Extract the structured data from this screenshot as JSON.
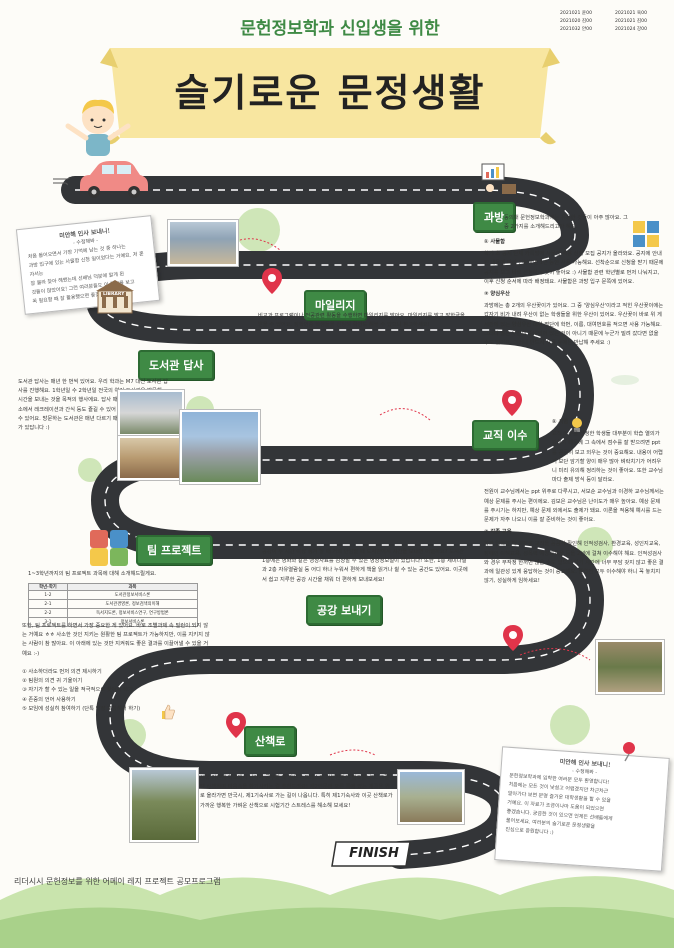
{
  "header": {
    "subtitle": "문헌정보학과 신입생을 위한",
    "title": "슬기로운 문정생활",
    "credits": [
      "2021021 윤00",
      "2021020 김00",
      "2021032 안00",
      "2021021 육00",
      "2021021 김00",
      "2021024 강00"
    ]
  },
  "sections": {
    "gwabang": {
      "label": "과방",
      "intro": "동의대 문헌정보학과에는 유용한 것들이 아주 많아요. 그 중 2가지를 소개해드리고자 해요.",
      "h1": "① 사물함",
      "p1": "학기 초 공지 단체 카톡방에 사물함 사용 신청 모집 공지가 올라와요. 공지에 안내된 내용에 따라 신청하면 1년 동안 사용 가능해요. 선착순으로 신청을 받기 때문에 공지를 보고 바로 신청하는 것이 좋아요 :) 사물함 관련 학년별로 먼저 나눠지고, 이후 신청 순서에 따라 배정돼요. 사물함은 과방 입구 문쪽에 있어요.",
      "h2": "② 양심우산",
      "p2": "과방에는 총 2개의 우산꽂이가 있어요. 그 중 '양심우산'이라고 적힌 우산꽂이에는 갑자기 비가 내려 우산이 없는 학생들을 위한 우산이 있어요. 우산꽂이 바로 위 게시판에 있는 양심우산 대여 명단에 학번, 이름, 대여번호를 적으면 사용 가능해요. 그러나 많은 우산이 준비되어 있는 것이 아니기 때문에 누군가 빌려 갔다면 없을 수도 있어요. 그러니 반드시 사용 후에는 반납해 주세요 :)"
    },
    "mileage": {
      "label": "마일리지",
      "text": "비교과 프로그램이나 전공관련 활동을 수행하면 마일리지를 받아요. 마일리지를 받고 장학금을 받을 수 있어요. 장학인증 학생들을 신청해 확인도 해볼 수 있으니 참고하세요!"
    },
    "library": {
      "label": "도서관 답사",
      "text": "도서관 답사는 매년 한 번씩 있어요. 우리 학과는 M7 대신 도서관 답사를 진행해요. 1학년일 수 2학년일 전국의 여러 도서관을 방문해 시간을 보내는 것을 목적의 행사에요. 답사 때는 견학뿐만 아니라 숙소에서 레크레이션과 간식 등도 즐길 수 있어 학우들 간 친목을 쌓을 수 있어요. 방문하는 도서관은 매년 다르기 때문에 매년 새다른 재미가 있답니다 :)"
    },
    "courses": {
      "label": "교직 이수",
      "h1": "① 시험",
      "p1": "교직 이수를 신청한 학생들 대부분이 학습 열의가 강하기 때문에 그 속에서 점수를 잘 받으려면 ppt를 꼼꼼히 보고 외우는 것이 중요해요. 내용이 어렵기 보단 암기할 양이 매우 많아 벼락치기가 어려우니 미리 유의해 정리하는 것이 좋아요. 또한 교수님마다 출제 방식 등이 달라요.",
      "p2": "전원이 교수님께서는 ppt 위주로 다루시고, 서보순 교수님과 이경하 교수님께서는 예상 문제를 주시는 편이에요. 김보은 교수님은 난이도가 매우 높아요. 예상 문제를 주시기는 하지만, 예상 문제 외에서도 출제가 돼요. 이론을 적용해 예시를 드는 문제가 자주 나오니 이를 잘 준비하는 것이 좋아요.",
      "h3": "② 각종 교육",
      "p3": "학과 입학할 때 의무로 교직을 꼼꼼히 확인해 인적성검사, 환경교육, 성인지교육, 장애인 이해교육, 성폭력 예방교육을 등을 2년에 걸쳐 이수해야 해요. 인적성검사와 경우 무작정 한꺼번 않을 수도 있으니 학기 시간에 너무 부담 갖지 않고 좋은 결과에 일관성 있게 응답하는 것이 중요해요. 졸업전 모두 이수해야 하니 꼭 놓치지 않기, 성실하게 임하세요!"
    },
    "team": {
      "label": "팀 프로젝트",
      "caption": "1~3학년까지의 팀 프로젝트 과목에 대해 소개해드릴게요.",
      "table_headers": [
        "학년-학기",
        "과목"
      ],
      "table_rows": [
        [
          "1-2",
          "도서관정보서비스론"
        ],
        [
          "2-1",
          "도서관경영론, 정보검색의이해"
        ],
        [
          "2-2",
          "독서지도론, 정보서비스연구, 연구방법론"
        ],
        [
          "3-1",
          "정보서비스론"
        ]
      ],
      "text": "또한, 팀 프로젝트를 하면서 가장 중요한 게 있어요. 바로 조별과제 속 빌런이 되지 않는 거예요 ㅎㅎ 사소한 것인 지키는 원활한 팀 프로젝트가 가능하지만, 이를 지키지 않는 사람이 참 많아요. 이 아래에 있는 것만 지켜줘도 좋은 결과를 이끌어낼 수 있을 거예요 :-)",
      "rules": [
        "① 사소하더라도 먼저 의견 제시하기",
        "② 팀원의 의견 귀 기울이기",
        "③ 자기가 할 수 있는 일을 적극적으로 찾아서 하기",
        "④ 존중의 언어 사용하기",
        "⑤ 모임에 성실히 참여하기 (단톡 답장 포함해서 하기)"
      ]
    },
    "study_space": {
      "label": "공강 보내기",
      "text": "공강이 두 시간 이상 생겨 할 때 거의 난감할 때 도서관에서 시간을 보내면 어떨까요? 도서관 1층에는 영화와 같은 영상자료를 감상할 수 있는 영상정보실이 있답니다! 또한, 1층 세미나실과 2층 자유열람실 등 어디 하나 누워서 편하게 책을 읽거나 쉴 수 있는 공간도 있어요. 이곳에서 쉽고 지루한 공강 시간을 채워 더 편하게 보내보세요!"
    },
    "walk": {
      "label": "산책로",
      "text": "시험 기간에 학교에서 남아서 공부할 때 많은 스트레스로 기분전환이 필요합니다. 그럴 땐 산책하며 마음속을 환기시키는 걸 추천드려요! 제2인문관 오른 쪽에 있는 계곡은 위로 올라가면 만국시, 제1기숙사로 가는 길이 나옵니다. 특히 제1기숙사와 이곳 산책로가 가까운 행복한 가벼운 산책으로 시험기간 스트레스를 해소해 보세요!"
    }
  },
  "notes": {
    "left": {
      "title": "미안해 인사 보내니!",
      "subtitle": "- 수정해봐 -",
      "lines": [
        "처음 들어오면서 가장 기억에 남는 것 중 하나는",
        "과방 입구에 있는 사물함 신청 일이었다는 거예요. 저 혼자서는",
        "잘 몰라 찾아 헤맸는데 선배님 덕분에 알게 된",
        "것들이 많았어요! 그런 여러분들도 이 정보를 보고",
        "꼭 필요할 때 잘 활용했으면 좋겠어요 :)"
      ]
    },
    "right": {
      "title": "미안해 인사 보내니!",
      "subtitle": "- 수정해봐 -",
      "lines": [
        "문헌정보학과에 입학한 여러분 모두 환영합니다!",
        "처음에는 모든 것이 낯설고 어렵겠지만 차근차근",
        "알아가다 보면 분명 즐거운 대학생활을 할 수 있을",
        "거예요. 이 자료가 조금이나마 도움이 되었으면",
        "좋겠습니다. 궁금한 것이 있으면 언제든 선배들에게",
        "물어보세요. 여러분의 슬기로운 문정생활을",
        "진심으로 응원합니다 :)"
      ]
    }
  },
  "library_sign": "LIBRARY",
  "finish": "FINISH",
  "footer": "리더시시 문헌정보를 위한 어메이 레지 프로젝트 공모프로그램",
  "colors": {
    "road": "#333538",
    "road_line": "#ffffff",
    "label_green": "#3f8a45",
    "banner": "#f8e6a0",
    "pin": "#e0344a",
    "hill": "#c3dfa9"
  }
}
